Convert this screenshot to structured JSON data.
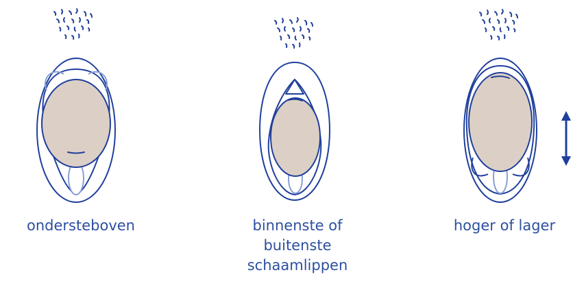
{
  "figure": {
    "colors": {
      "outline": "#1f3f9b",
      "fill": "#dccfc6",
      "inner": "#8a9ed6"
    },
    "variants": [
      {
        "name": "upside-down",
        "caption_lines": [
          "ondersteboven"
        ]
      },
      {
        "name": "inner-or-outer-labia",
        "caption_lines": [
          "binnenste of",
          "buitenste",
          "schaamlippen"
        ]
      },
      {
        "name": "higher-or-lower",
        "caption_lines": [
          "hoger of lager"
        ]
      }
    ],
    "icons": [
      "pubic-hair-icon",
      "vulva-icon",
      "up-down-arrow-icon"
    ]
  }
}
